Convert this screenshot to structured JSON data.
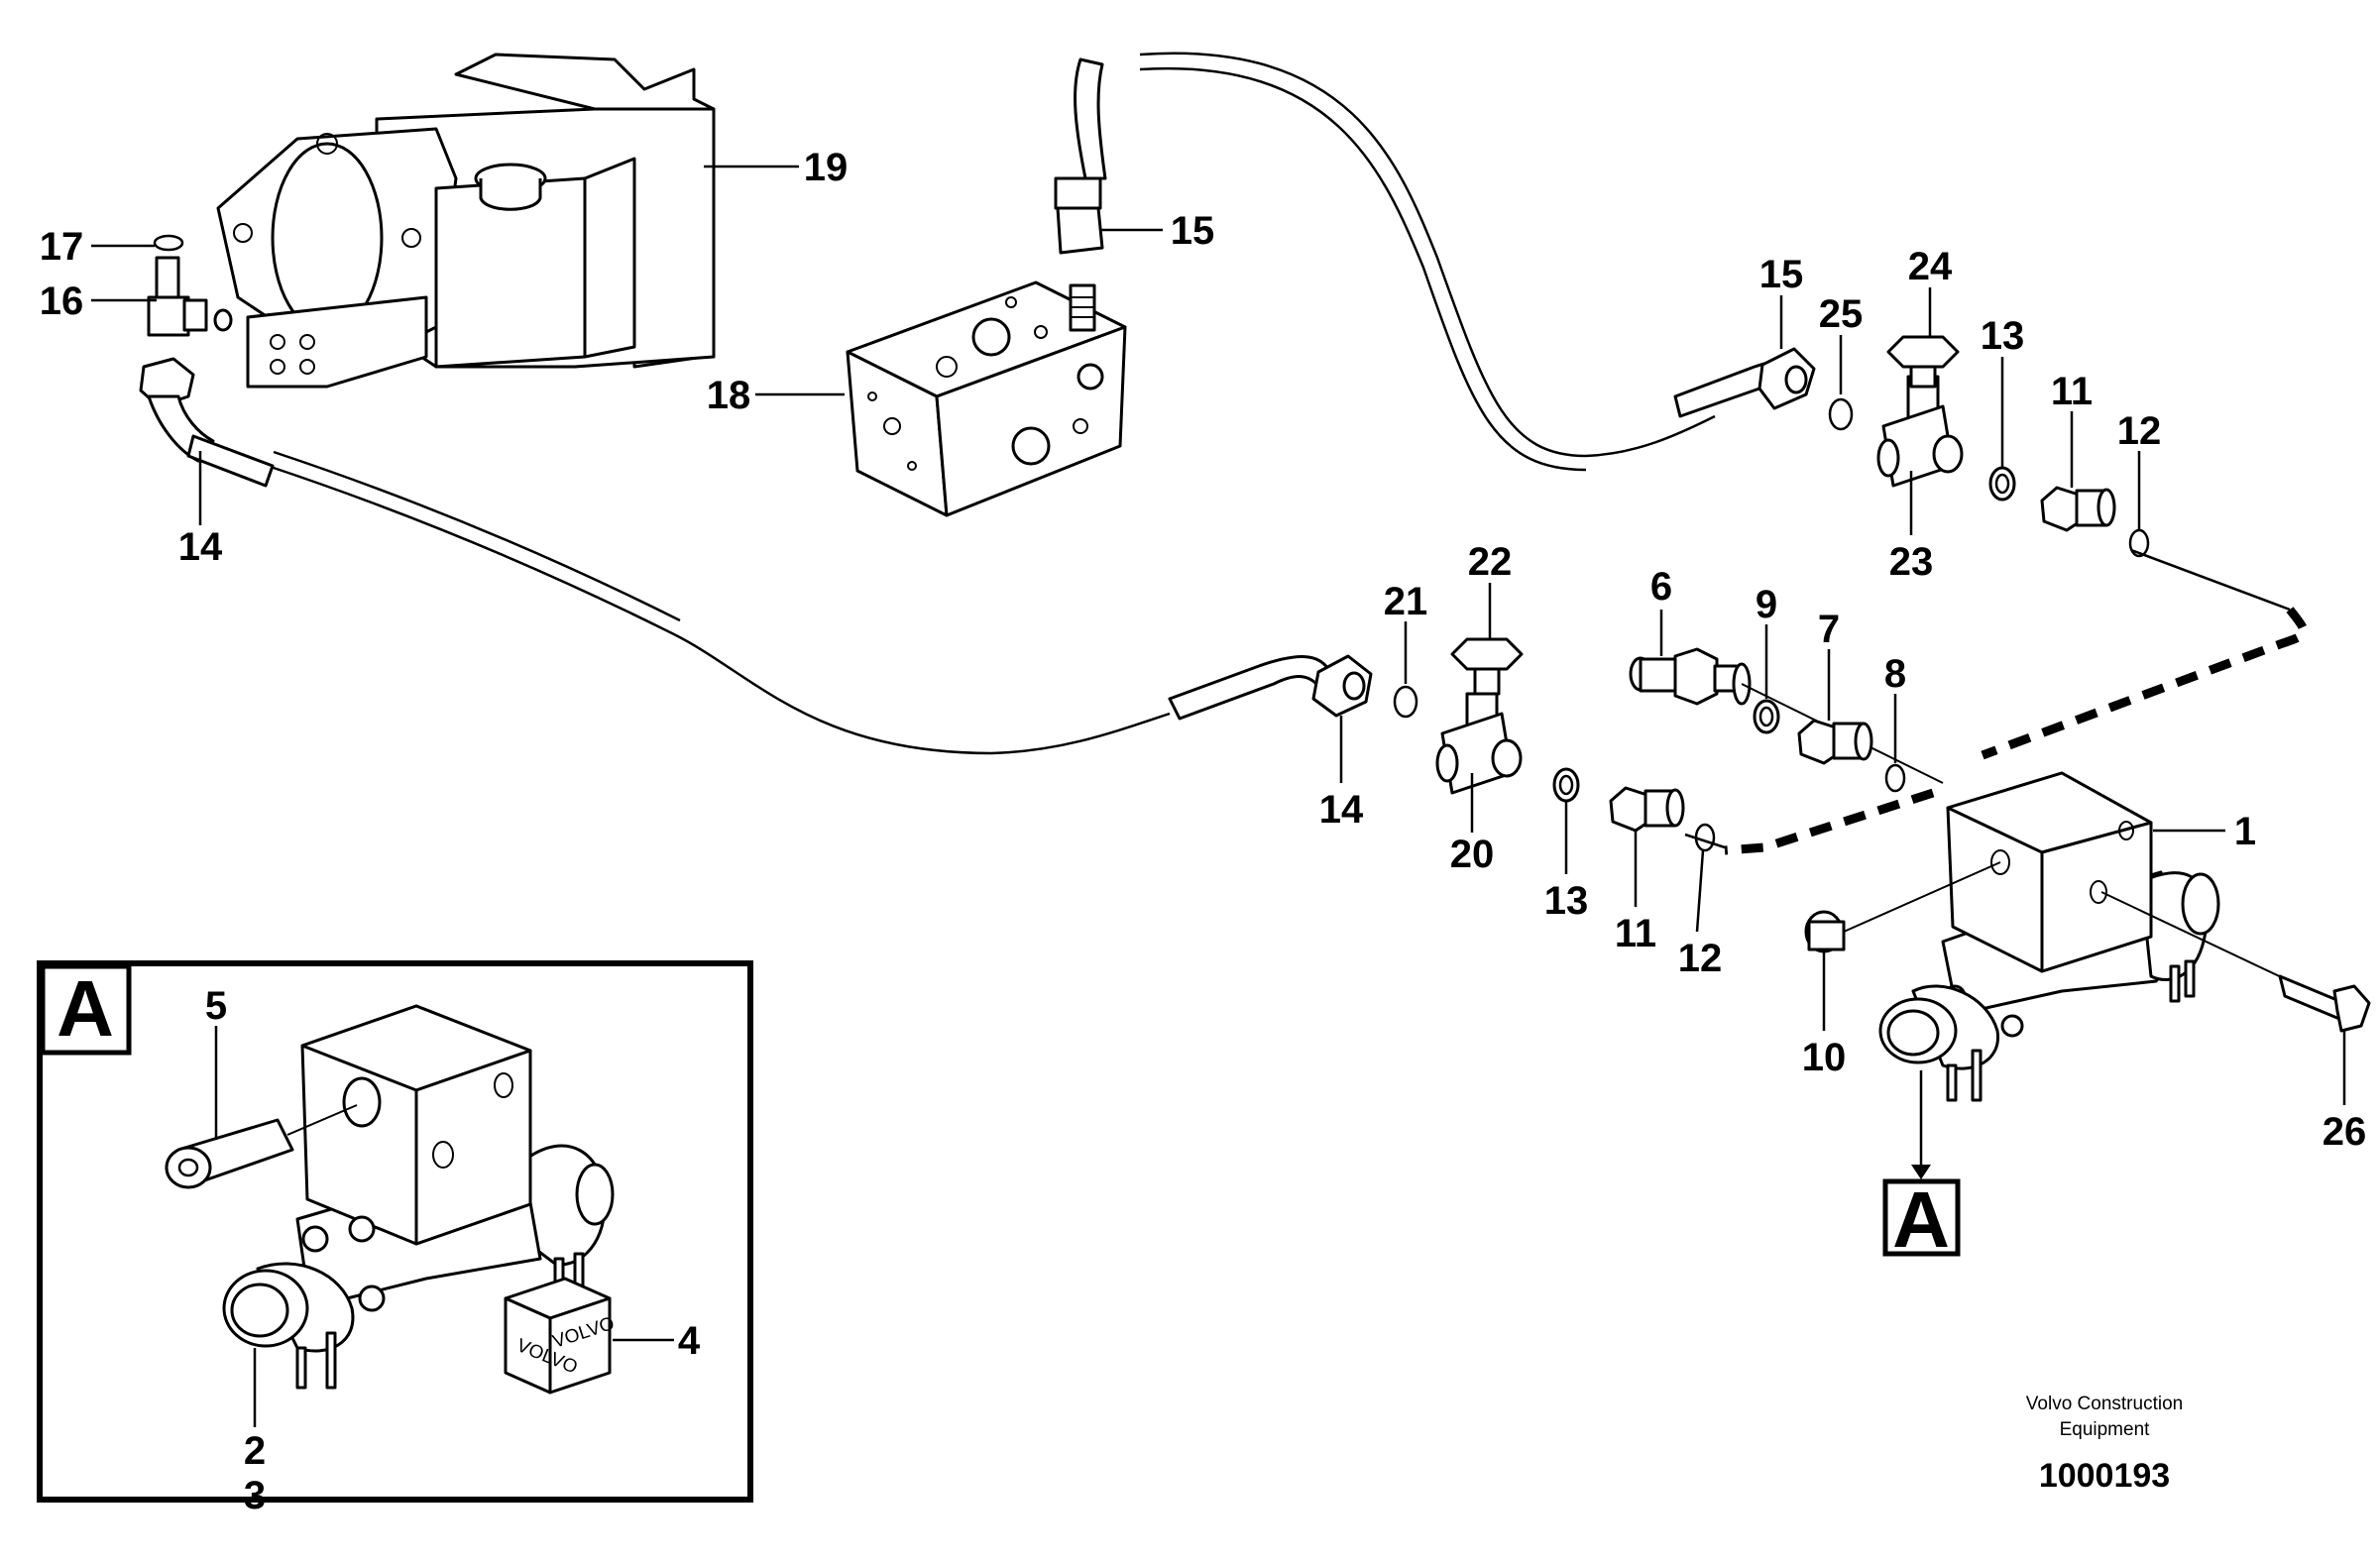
{
  "callouts": {
    "c1": "1",
    "c2": "2",
    "c3": "3",
    "c4": "4",
    "c5": "5",
    "c6": "6",
    "c7": "7",
    "c8": "8",
    "c9": "9",
    "c10": "10",
    "c11a": "11",
    "c11b": "11",
    "c12a": "12",
    "c12b": "12",
    "c13a": "13",
    "c13b": "13",
    "c14a": "14",
    "c14b": "14",
    "c15a": "15",
    "c15b": "15",
    "c16": "16",
    "c17": "17",
    "c18": "18",
    "c19": "19",
    "c20": "20",
    "c21": "21",
    "c22": "22",
    "c23": "23",
    "c24": "24",
    "c25": "25",
    "c26": "26"
  },
  "detail": {
    "view_label": "A",
    "reference_label": "A",
    "kit_marking": "VOLVO"
  },
  "footer": {
    "company_line1": "Volvo Construction",
    "company_line2": "Equipment",
    "document_number": "1000193"
  }
}
